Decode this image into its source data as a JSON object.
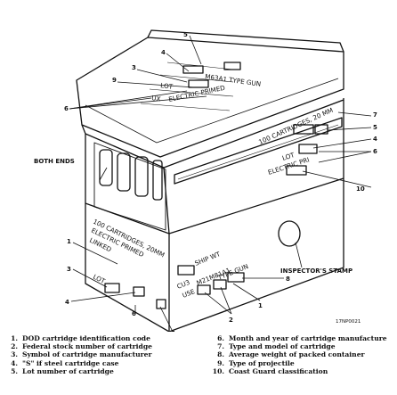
{
  "callouts": {
    "both_ends": "BOTH ENDS",
    "inspectors_stamp": "INSPECTOR'S STAMP",
    "figure_id": "17NP0021",
    "numbers": [
      "1",
      "2",
      "3",
      "4",
      "5",
      "6",
      "7",
      "8",
      "9",
      "10"
    ]
  },
  "markings": {
    "top_line1": "M63A1 TYPE GUN",
    "top_line2": "LOT",
    "top_line3": "UX",
    "top_line4": "ELECTRIC PRIMED",
    "side_line1": "100 CARTRIDGES, 20 MM",
    "side_line2": "LOT",
    "side_line3": "ELECTRIC PRI",
    "end_line1": "100 CARTRIDGES, 20MM",
    "end_line2": "ELECTRIC PRIMED",
    "end_line3": "LINKED",
    "end_line4": "LOT",
    "front_line1": "SHIP WT",
    "front_line2": "CU3",
    "front_line3": "USE",
    "front_line4": "M21M81A1",
    "front_line5": "TYPE GUN"
  },
  "legend": {
    "left": [
      {
        "num": "1.",
        "text": "DOD cartridge identification code"
      },
      {
        "num": "2.",
        "text": "Federal stock number of cartridge"
      },
      {
        "num": "3.",
        "text": "Symbol of cartridge manufacturer"
      },
      {
        "num": "4.",
        "text": "\"S\" if steel cartridge case"
      },
      {
        "num": "5.",
        "text": "Lot number of cartridge"
      }
    ],
    "right": [
      {
        "num": "6.",
        "text": "Month and year of cartridge manufacture"
      },
      {
        "num": "7.",
        "text": "Type and model of cartridge"
      },
      {
        "num": "8.",
        "text": "Average weight of packed container"
      },
      {
        "num": "9.",
        "text": "Type of projectile"
      },
      {
        "num": "10.",
        "text": "Coast Guard classification"
      }
    ]
  }
}
